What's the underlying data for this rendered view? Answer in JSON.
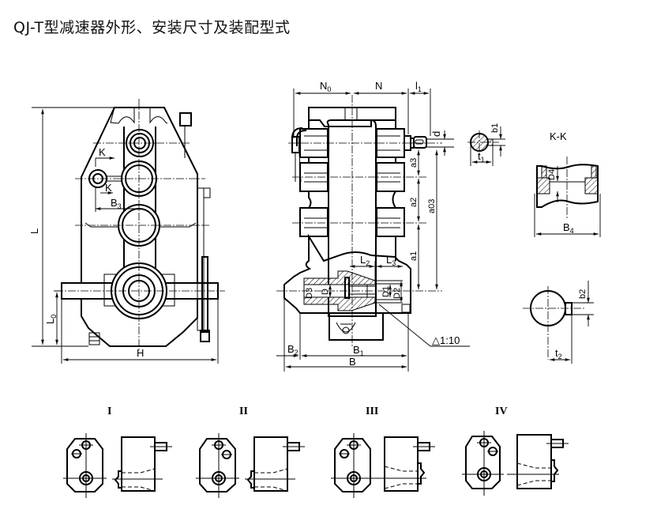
{
  "title": "QJ-T型减速器外形、安装尺寸及装配型式",
  "front_view": {
    "labels": {
      "L": "L",
      "L0": "L",
      "L0_sub": "0",
      "H": "H",
      "B3": "B",
      "B3_sub": "3",
      "K_top": "K",
      "K_bottom": "K"
    }
  },
  "side_view": {
    "labels": {
      "N0": "N",
      "N0_sub": "0",
      "N": "N",
      "l1": "l",
      "l1_sub": "1",
      "d": "d",
      "a3": "a3",
      "a2": "a2",
      "a1": "a1",
      "a03": "a03",
      "L2": "L",
      "L2_sub": "2",
      "L3": "L",
      "L3_sub": "3",
      "D3": "D3",
      "D": "D",
      "D1": "D1",
      "D2": "D2",
      "B2": "B",
      "B2_sub": "2",
      "B1": "B",
      "B1_sub": "1",
      "B": "B",
      "taper": "△1:10"
    }
  },
  "key_section_1": {
    "labels": {
      "b1": "b1",
      "t1": "t",
      "t1_sub": "1"
    }
  },
  "section_kk": {
    "title": "K-K",
    "labels": {
      "D4": "D4",
      "B4": "B",
      "B4_sub": "4"
    }
  },
  "key_section_2": {
    "labels": {
      "b2": "b2",
      "t2": "t",
      "t2_sub": "2"
    }
  },
  "assembly_types": [
    {
      "label": "I"
    },
    {
      "label": "II"
    },
    {
      "label": "III"
    },
    {
      "label": "IV"
    }
  ]
}
